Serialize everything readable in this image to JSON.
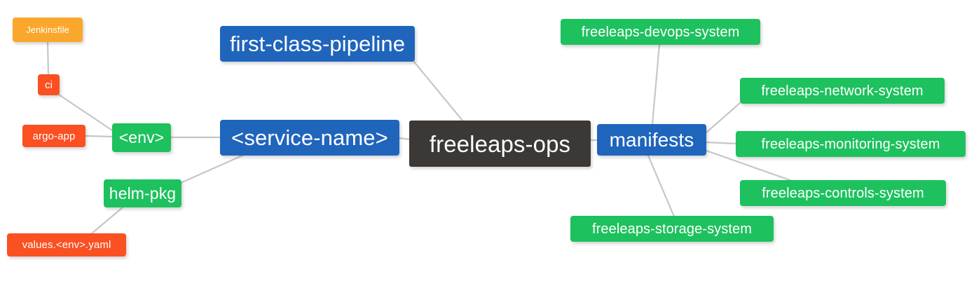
{
  "diagram": {
    "title": "freeleaps-ops repository structure mindmap",
    "background": "#ffffff",
    "edge_color": "#c7c7c7",
    "palette": {
      "root": "#3c3835",
      "blue": "#2065bc",
      "green": "#1dc15e",
      "orange": "#faa72c",
      "red": "#fa5022",
      "text": "#ffffff"
    }
  },
  "nodes": {
    "root": {
      "label": "freeleaps-ops",
      "color": "#3c3835"
    },
    "first_class_pipeline": {
      "label": "first-class-pipeline",
      "color": "#2065bc"
    },
    "service_name": {
      "label": "<service-name>",
      "color": "#2065bc"
    },
    "manifests": {
      "label": "manifests",
      "color": "#2065bc"
    },
    "env": {
      "label": "<env>",
      "color": "#1dc15e"
    },
    "helm_pkg": {
      "label": "helm-pkg",
      "color": "#1dc15e"
    },
    "jenkinsfile": {
      "label": "Jenkinsfile",
      "color": "#faa72c"
    },
    "ci": {
      "label": "ci",
      "color": "#fa5022"
    },
    "argo_app": {
      "label": "argo-app",
      "color": "#fa5022"
    },
    "values_yaml": {
      "label": "values.<env>.yaml",
      "color": "#fa5022"
    },
    "devops_system": {
      "label": "freeleaps-devops-system",
      "color": "#1dc15e"
    },
    "network_system": {
      "label": "freeleaps-network-system",
      "color": "#1dc15e"
    },
    "monitoring_system": {
      "label": "freeleaps-monitoring-system",
      "color": "#1dc15e"
    },
    "controls_system": {
      "label": "freeleaps-controls-system",
      "color": "#1dc15e"
    },
    "storage_system": {
      "label": "freeleaps-storage-system",
      "color": "#1dc15e"
    }
  },
  "edges": [
    {
      "from": "first-class-pipeline",
      "to": "freeleaps-ops"
    },
    {
      "from": "<service-name>",
      "to": "freeleaps-ops"
    },
    {
      "from": "freeleaps-ops",
      "to": "manifests"
    },
    {
      "from": "<env>",
      "to": "<service-name>"
    },
    {
      "from": "helm-pkg",
      "to": "<service-name>"
    },
    {
      "from": "Jenkinsfile",
      "to": "ci"
    },
    {
      "from": "ci",
      "to": "<env>"
    },
    {
      "from": "argo-app",
      "to": "<env>"
    },
    {
      "from": "values.<env>.yaml",
      "to": "helm-pkg"
    },
    {
      "from": "manifests",
      "to": "freeleaps-devops-system"
    },
    {
      "from": "manifests",
      "to": "freeleaps-network-system"
    },
    {
      "from": "manifests",
      "to": "freeleaps-monitoring-system"
    },
    {
      "from": "manifests",
      "to": "freeleaps-controls-system"
    },
    {
      "from": "manifests",
      "to": "freeleaps-storage-system"
    }
  ]
}
